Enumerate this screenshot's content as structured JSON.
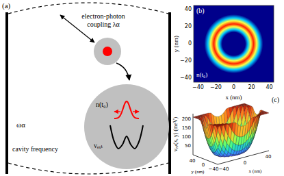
{
  "diagram": {
    "nodes": [
      {
        "text": [
          "n(t₀)",
          "vₑₓₜ"
        ]
      }
    ],
    "labels": [
      "(a)",
      "electron-photon coupling λα",
      "ωα",
      "cavity frequency",
      "(b)",
      "n(t₀)",
      "y (nm)",
      "40",
      "20",
      "0",
      "−20",
      "−40",
      "x (nm)",
      "−40",
      "−20",
      "0",
      "20",
      "40",
      "(c)",
      "vₑₓₜ(x, y) (meV)",
      "200",
      "150",
      "100",
      "50",
      "y (nm)",
      "−40",
      "0",
      "40",
      "x (nm)",
      "−40",
      "0",
      "40"
    ]
  }
}
